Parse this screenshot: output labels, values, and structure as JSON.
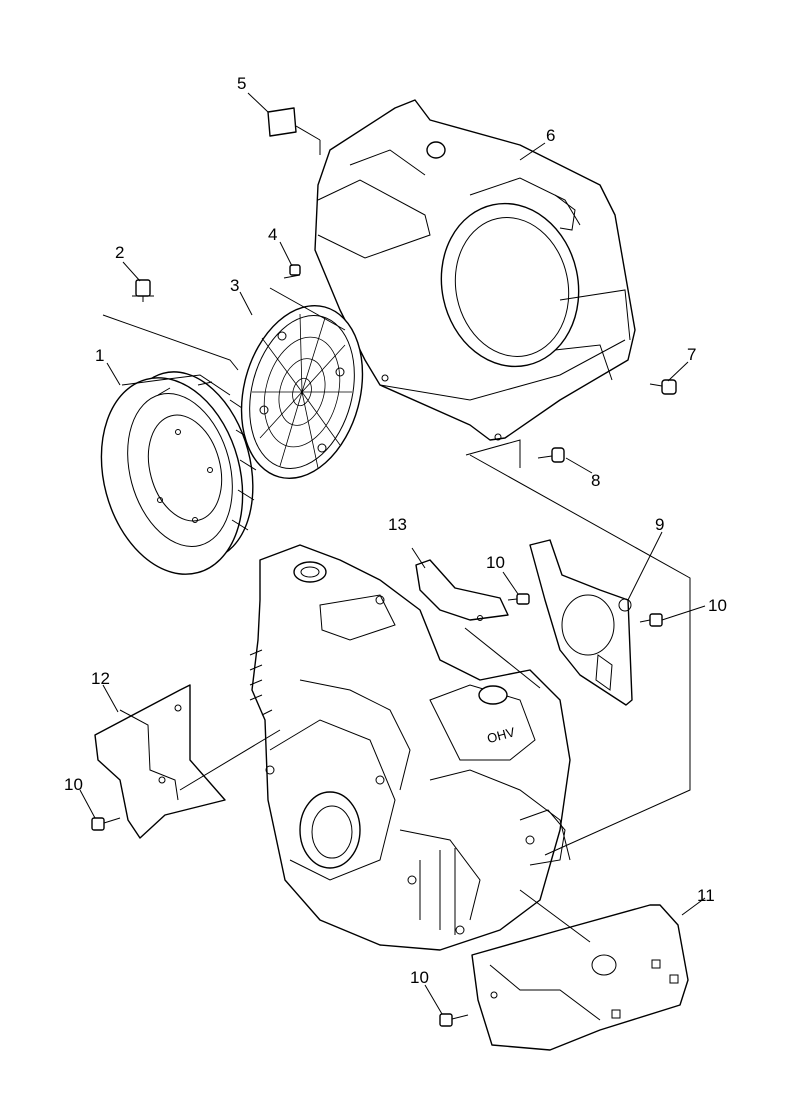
{
  "callouts": {
    "c1": "1",
    "c2": "2",
    "c3": "3",
    "c4": "4",
    "c5": "5",
    "c6": "6",
    "c7": "7",
    "c8": "8",
    "c9": "9",
    "c10a": "10",
    "c10b": "10",
    "c10c": "10",
    "c10d": "10",
    "c11": "11",
    "c12": "12",
    "c13": "13"
  },
  "engine_marking": "OHV"
}
